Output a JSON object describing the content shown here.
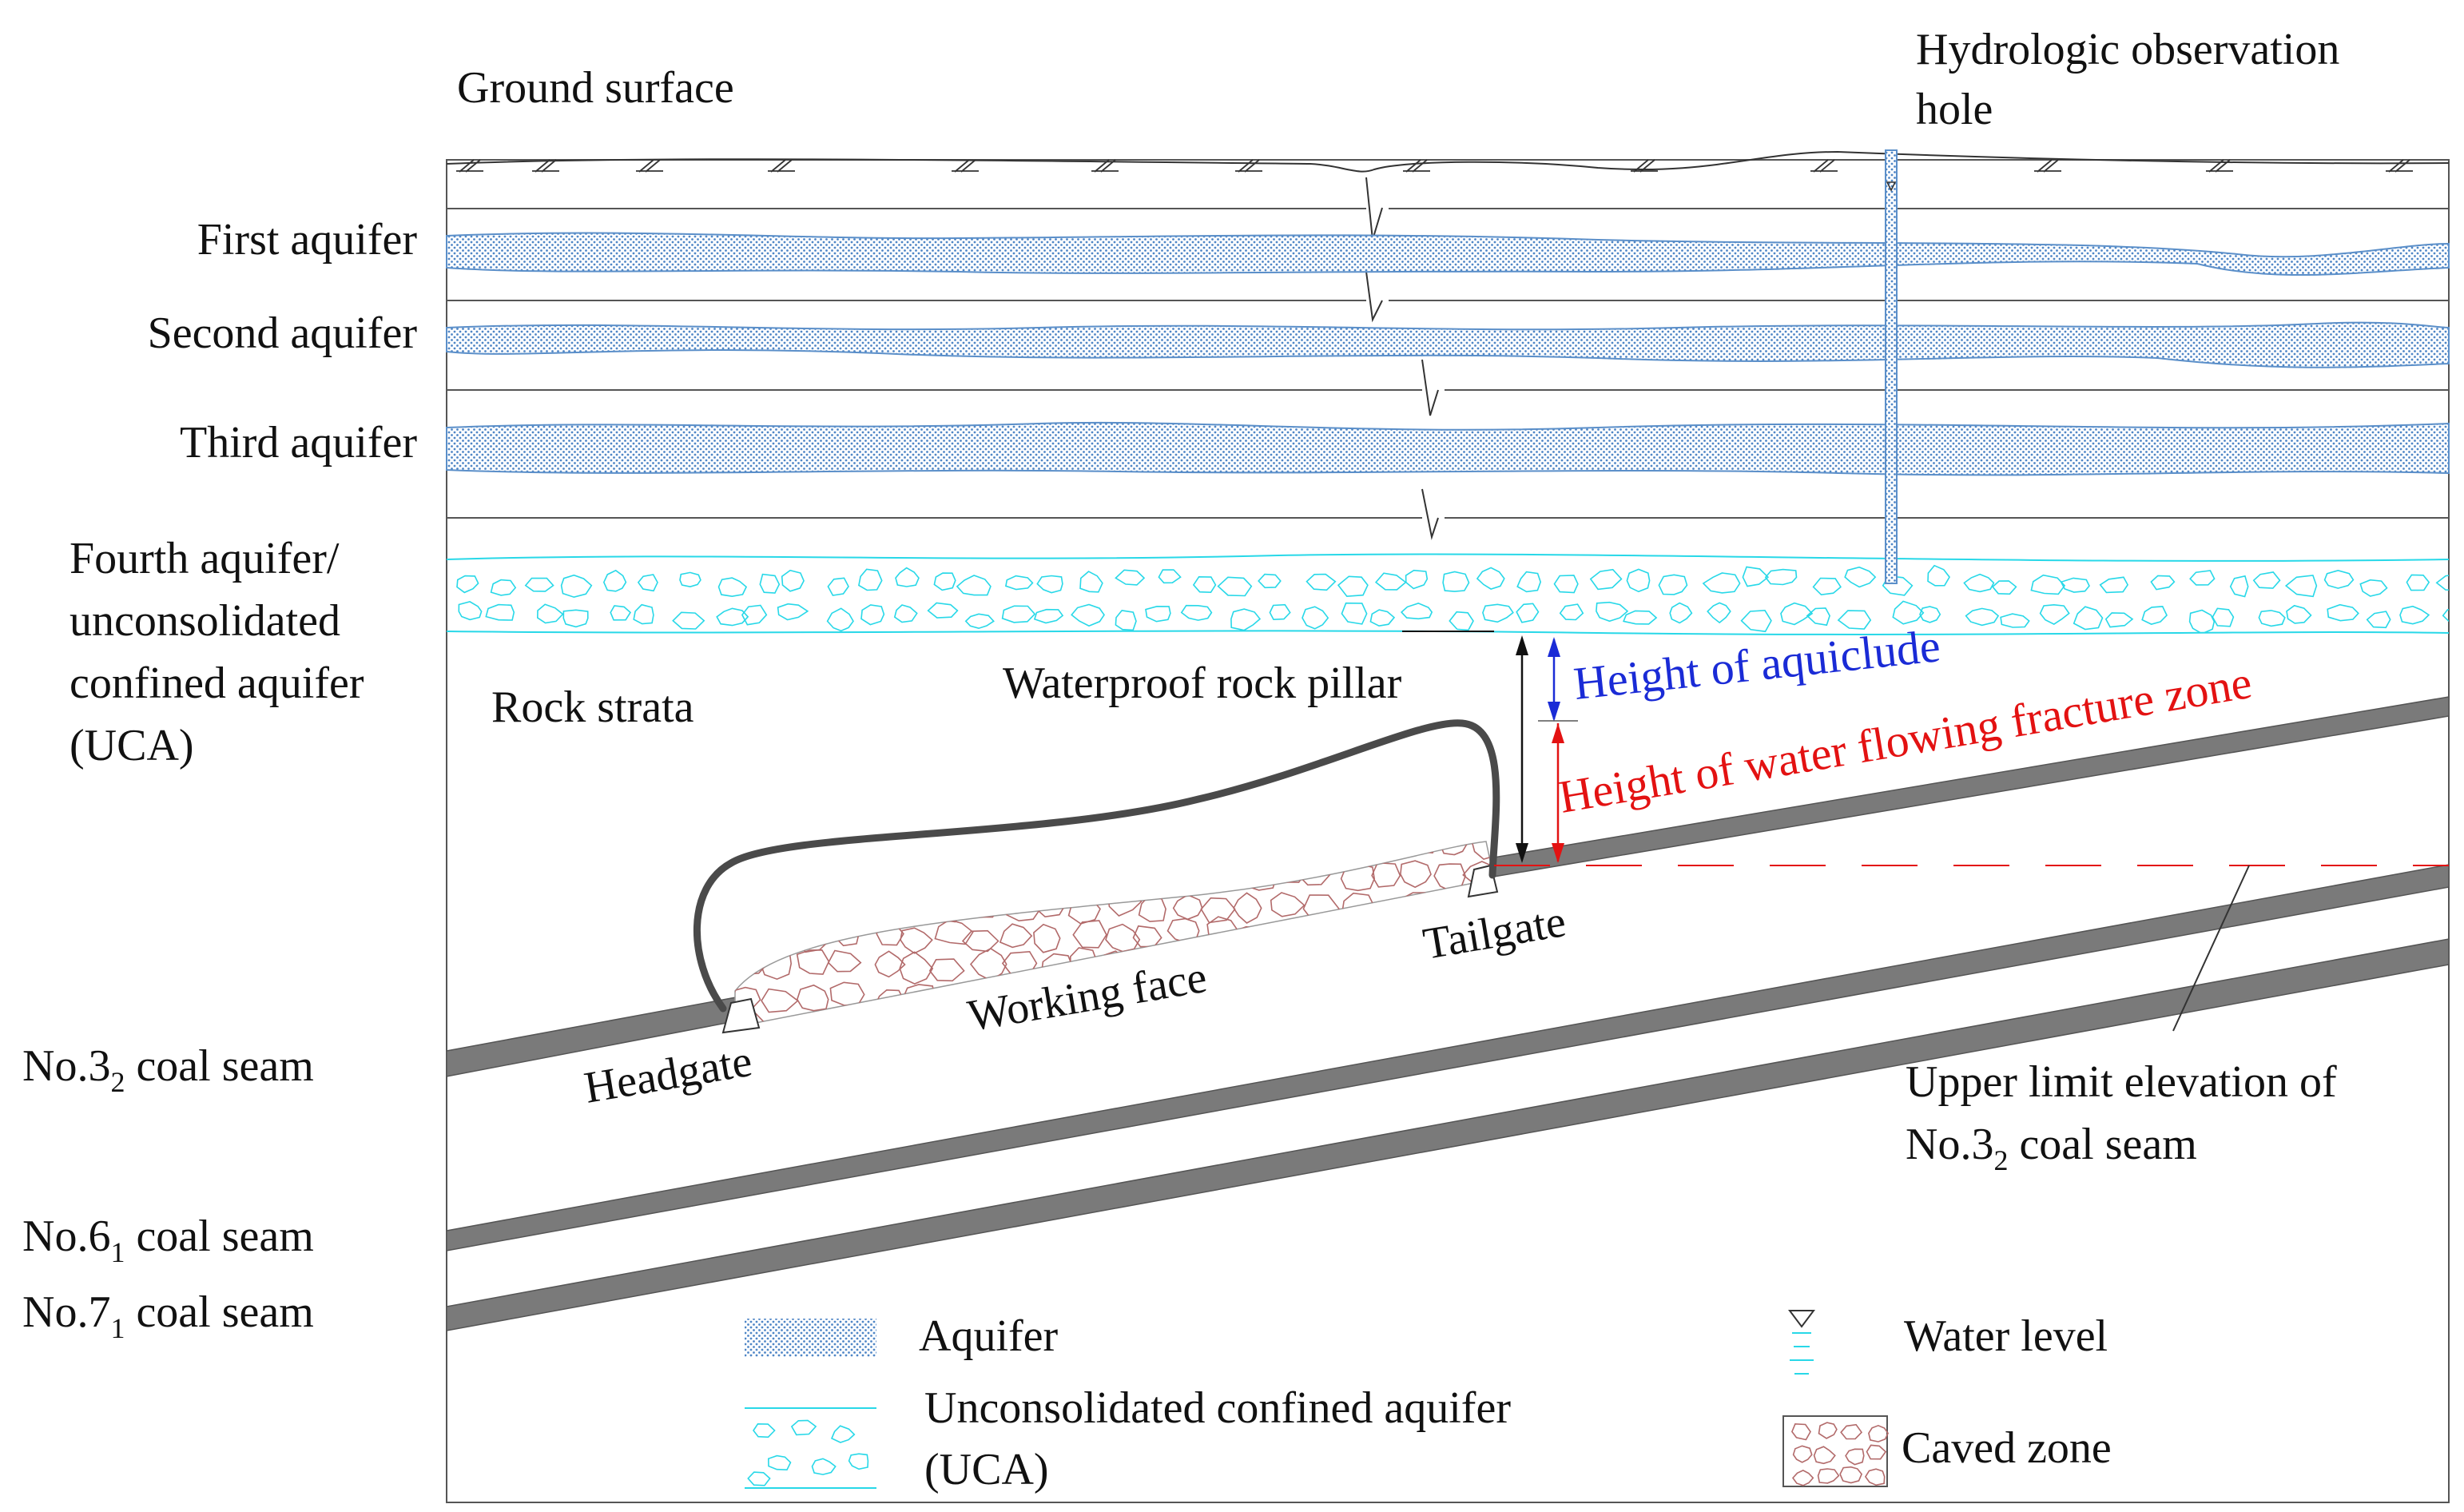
{
  "labels": {
    "ground_surface": "Ground surface",
    "observation_hole_line1": "Hydrologic observation",
    "observation_hole_line2": "hole",
    "first_aquifer": "First aquifer",
    "second_aquifer": "Second aquifer",
    "third_aquifer": "Third aquifer",
    "fourth_aquifer_line1": "Fourth aquifer/",
    "fourth_aquifer_line2": "unconsolidated",
    "fourth_aquifer_line3": "confined aquifer",
    "fourth_aquifer_line4": "(UCA)",
    "rock_strata": "Rock strata",
    "waterproof_pillar": "Waterproof rock pillar",
    "height_aquiclude": "Height of aquiclude",
    "height_fracture_zone": "Height of water flowing fracture zone",
    "tailgate": "Tailgate",
    "headgate": "Headgate",
    "working_face": "Working face",
    "seam_32": {
      "prefix": "No.3",
      "sub": "2",
      "suffix": " coal seam"
    },
    "seam_61": {
      "prefix": "No.6",
      "sub": "1",
      "suffix": " coal seam"
    },
    "seam_71": {
      "prefix": "No.7",
      "sub": "1",
      "suffix": " coal seam"
    },
    "upper_limit_line1": "Upper limit elevation of",
    "upper_limit_line2": {
      "prefix": "No.3",
      "sub": "2",
      "suffix": " coal seam"
    }
  },
  "legend": {
    "aquifer": "Aquifer",
    "uca_line1": "Unconsolidated confined aquifer",
    "uca_line2": "(UCA)",
    "water_level": "Water level",
    "caved_zone": "Caved zone"
  },
  "colors": {
    "aquifer_fill": "#5b8fc9",
    "uca_stroke": "#28d8e8",
    "coal_seam": "#7a7a7a",
    "caved_stroke": "#b26a6a",
    "aquiclude_arrow": "#1a2bd6",
    "fracture_arrow": "#e31212",
    "dashed_limit": "#e31212",
    "frame": "#555555"
  }
}
